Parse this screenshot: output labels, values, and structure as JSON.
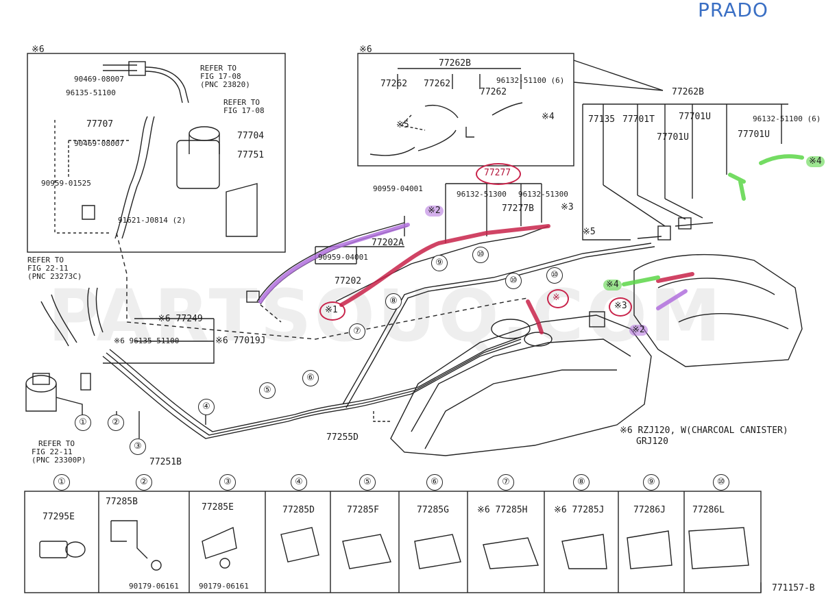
{
  "header": {
    "handwritten_note": "PRADO",
    "watermark": "PARTSOUQ.COM"
  },
  "inset_left": {
    "tag": "※6",
    "refer_a": [
      "REFER TO",
      "FIG 17-08",
      "(PNC 23820)"
    ],
    "refer_b": [
      "REFER TO",
      "FIG 17-08"
    ],
    "p1": "90469-08007",
    "p2": "96135-51100",
    "p3": "77707",
    "p4": "90469-08007",
    "p5": "77704",
    "p6": "77751",
    "p7": "90959-01525",
    "p8": "91621-J0814 (2)"
  },
  "inset_right": {
    "tag": "※6",
    "p1": "77262B",
    "p2": "77262",
    "p3": "77262",
    "p4": "77262",
    "p5": "96132-51100 (6)",
    "m5": "※5",
    "m4": "※4"
  },
  "main": {
    "p77262b": "77262B",
    "p77135": "77135",
    "p77701t": "77701T",
    "p77701u_a": "77701U",
    "p77701u_b": "77701U",
    "p77701u_c": "77701U",
    "p96132_6": "96132-51100 (6)",
    "m4_green_top": "※4",
    "p77277": "77277",
    "p96132_a": "96132-51300",
    "p96132_b": "96132-51300",
    "p77277b": "77277B",
    "m3_top": "※3",
    "p90959_04001_top": "90959-04001",
    "m2_top": "※2",
    "p77202a": "77202A",
    "p90959_04001_mid": "90959-04001",
    "p77202": "77202",
    "m5_right": "※5",
    "m1": "※1",
    "m4_green_mid": "※4",
    "m1_star": "※",
    "m3_mid": "※3",
    "m2_mid": "※2",
    "refer_c": [
      "REFER TO",
      "FIG 22-11",
      "(PNC 23273C)"
    ],
    "p77249": "※6 77249",
    "p96135": "※6 96135-51100",
    "p77019j": "※6 77019J",
    "p77255d": "77255D",
    "p77251b": "77251B",
    "refer_d": [
      "REFER TO",
      "FIG 22-11",
      "(PNC 23300P)"
    ],
    "note_line1": "※6 RZJ120, W(CHARCOAL CANISTER)",
    "note_line2": "GRJ120",
    "callouts": [
      "①",
      "②",
      "③",
      "④",
      "⑤",
      "⑥",
      "⑦",
      "⑧",
      "⑨",
      "⑩"
    ]
  },
  "clamp_table": {
    "cells": [
      {
        "num": "①",
        "part": "77295E",
        "extra": ""
      },
      {
        "num": "②",
        "part": "77285B",
        "extra": "90179-06161"
      },
      {
        "num": "③",
        "part": "77285E",
        "extra": "90179-06161"
      },
      {
        "num": "④",
        "part": "77285D",
        "extra": ""
      },
      {
        "num": "⑤",
        "part": "77285F",
        "extra": ""
      },
      {
        "num": "⑥",
        "part": "77285G",
        "extra": ""
      },
      {
        "num": "⑦",
        "part": "※6 77285H",
        "extra": ""
      },
      {
        "num": "⑧",
        "part": "※6 77285J",
        "extra": ""
      },
      {
        "num": "⑨",
        "part": "77286J",
        "extra": ""
      },
      {
        "num": "⑩",
        "part": "77286L",
        "extra": ""
      }
    ]
  },
  "footer": {
    "figure_id": "771157-B"
  },
  "colors": {
    "highlight_red": "#c8234a",
    "highlight_purple": "#b170dd",
    "highlight_green": "#5cd648",
    "handwriting_blue": "#3a6fc4"
  }
}
